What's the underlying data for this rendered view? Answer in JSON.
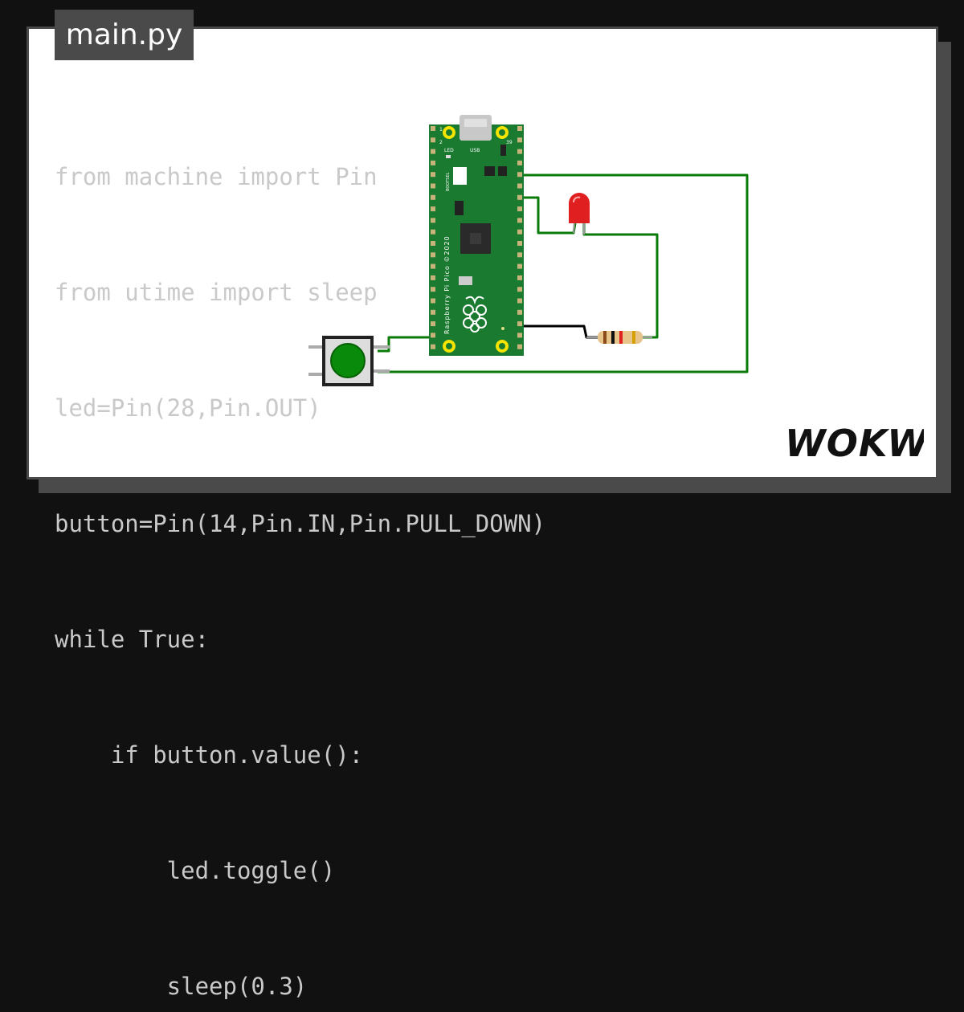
{
  "file_tab": {
    "name": "main.py"
  },
  "code": {
    "lines": [
      "from machine import Pin",
      "from utime import sleep",
      "led=Pin(28,Pin.OUT)",
      "button=Pin(14,Pin.IN,Pin.PULL_DOWN)",
      "while True:",
      "    if button.value():",
      "        led.toggle()",
      "        sleep(0.3)"
    ]
  },
  "board": {
    "silkscreen_name": "Raspberry Pi Pico ©2020",
    "led_label": "LED",
    "usb_label": "USB",
    "bootsel_label": "BOOTSEL",
    "pin_1": "1",
    "pin_2": "2",
    "pin_39": "39",
    "color": "#1a7a30"
  },
  "components": {
    "led_color": "#e02020",
    "button_color": "#0a8a0a",
    "wire_color": "#0a7a0a",
    "ground_wire_color": "#000000"
  },
  "logo": {
    "text": "WOKWi"
  }
}
